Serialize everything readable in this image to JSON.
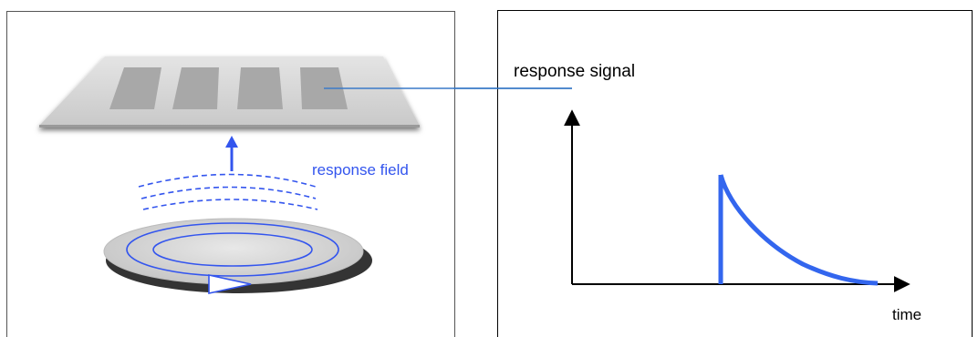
{
  "left_panel": {
    "response_field_label": "response field",
    "field_color": "#3355ee",
    "sensor_color": "#d4d4d4",
    "pad_color": "#a8a8a8"
  },
  "right_panel": {
    "response_signal_label": "response signal",
    "time_axis_label": "time",
    "signal_color": "#3366ee",
    "connector_color": "#3a7ac8"
  }
}
